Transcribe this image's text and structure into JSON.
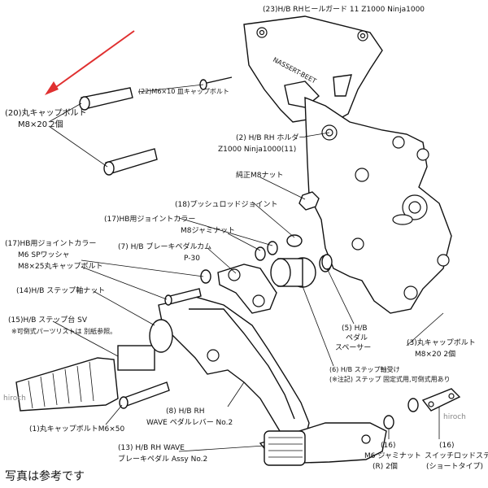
{
  "labels": {
    "l23": "(23)H/B RHヒールガード 11 Z1000 Ninja1000",
    "l22": "(22)M6×10 皿キャップボルト",
    "l20a": "(20)丸キャップボルト",
    "l20b": "M8×20 2個",
    "l2a": "(2) H/B RH ホルダー",
    "l2b": "Z1000 Ninja1000(11)",
    "lnut": "純正M8ナット",
    "l18": "(18)プッシュロッドジョイント",
    "l17a": "(17)HB用ジョイントカラー",
    "l17b": "M8ジャミナット",
    "l17c": "(17)HB用ジョイントカラー",
    "l17d": "M6 SPワッシャ",
    "l17e": "M8×25丸キャップボルト",
    "l7a": "(7) H/B ブレーキペダルカム",
    "l7b": "P-30",
    "l14": "(14)H/B ステップ軸ナット",
    "l15a": "(15)H/B ステップ台 SV",
    "l15b": "※可倒式パーツリストは 別紙参照。",
    "l5a": "(5) H/B",
    "l5b": "ペダル",
    "l5c": "スペーサー",
    "l3a": "(3)丸キャップボルト",
    "l3b": "M8×20 2個",
    "l6a": "(6) H/B ステップ軸受け",
    "l6b": "(※注記) ステップ 固定式用,可倒式用あり",
    "l8a": "(8) H/B RH",
    "l8b": "WAVE ペダルレバー No.2",
    "l1": "(1)丸キャップボルトM6×50",
    "l13a": "(13) H/B RH WAVE",
    "l13b": "ブレーキペダル Assy No.2",
    "l16a": "(16)",
    "l16b": "M6 ジャミナット",
    "l16c": "(R) 2個",
    "l16d": "(16)",
    "l16e": "スイッチロッドステー",
    "l16f": "(ショートタイプ)",
    "emboss": "NASSERT-BEET"
  },
  "watermark_left": "hiroch",
  "watermark_right": "hiroch",
  "footer_text": "写真は参考です",
  "colors": {
    "arrow": "#e03030",
    "line": "#111111",
    "background": "#ffffff"
  }
}
